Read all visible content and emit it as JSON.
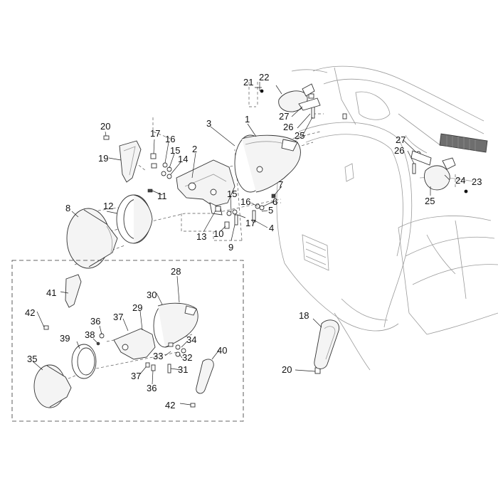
{
  "diagram": {
    "type": "exploded-parts-diagram",
    "part_numbers": [
      "1",
      "2",
      "3",
      "4",
      "5",
      "6",
      "7",
      "8",
      "9",
      "10",
      "11",
      "12",
      "13",
      "14",
      "15",
      "15",
      "16",
      "16",
      "17",
      "17",
      "18",
      "19",
      "20",
      "20",
      "21",
      "22",
      "23",
      "24",
      "25",
      "25",
      "26",
      "26",
      "27",
      "27",
      "28",
      "29",
      "30",
      "31",
      "32",
      "33",
      "34",
      "35",
      "36",
      "36",
      "37",
      "37",
      "38",
      "39",
      "40",
      "41",
      "42",
      "42"
    ],
    "parts_with_bullet_marker": [
      "21",
      "23"
    ],
    "inset": {
      "style": "dashed-box",
      "part_numbers": [
        "28",
        "29",
        "30",
        "31",
        "32",
        "33",
        "34",
        "35",
        "36",
        "37",
        "38",
        "39",
        "40",
        "41",
        "42"
      ]
    }
  }
}
